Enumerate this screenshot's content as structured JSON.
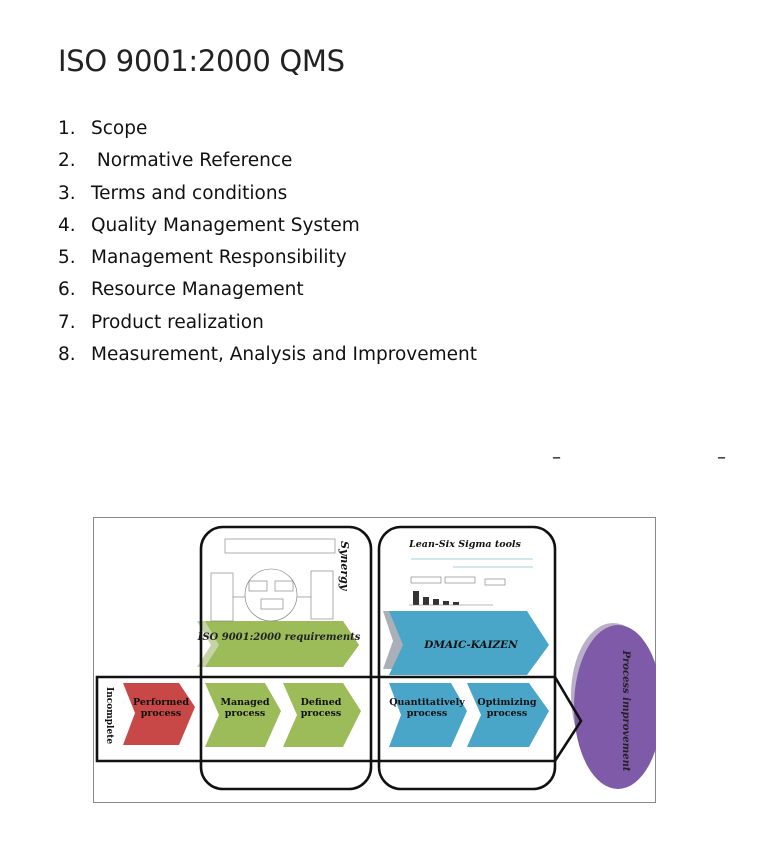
{
  "page": {
    "title": "ISO 9001:2000 QMS",
    "items": [
      {
        "num": "1.",
        "text": "Scope"
      },
      {
        "num": "2.",
        "text": " Normative Reference"
      },
      {
        "num": "3.",
        "text": "Terms and conditions"
      },
      {
        "num": "4.",
        "text": "Quality Management System"
      },
      {
        "num": "5.",
        "text": "Management Responsibility"
      },
      {
        "num": "6.",
        "text": "Resource Management"
      },
      {
        "num": "7.",
        "text": "Product realization"
      },
      {
        "num": "8.",
        "text": "Measurement, Analysis and Improvement"
      }
    ],
    "dash_left": "–",
    "dash_right": "–"
  },
  "figure": {
    "synergy": "Synergy",
    "lean_tools": "Lean-Six Sigma tools",
    "iso_requirements": "ISO 9001:2000 requirements",
    "dmaic_kaizen": "DMAIC-KAIZEN",
    "incomplete": "Incomplete",
    "performed_1": "Performed",
    "performed_2": "process",
    "managed_1": "Managed",
    "managed_2": "process",
    "defined_1": "Defined",
    "defined_2": "process",
    "quant_1": "Quantitatively",
    "quant_2": "process",
    "optim_1": "Optimizing",
    "optim_2": "process",
    "process_improvement": "Process improvement",
    "colors": {
      "red": "#c84848",
      "green": "#9cbc5a",
      "blue": "#4aa6c8",
      "purple": "#7e5aa8"
    }
  }
}
